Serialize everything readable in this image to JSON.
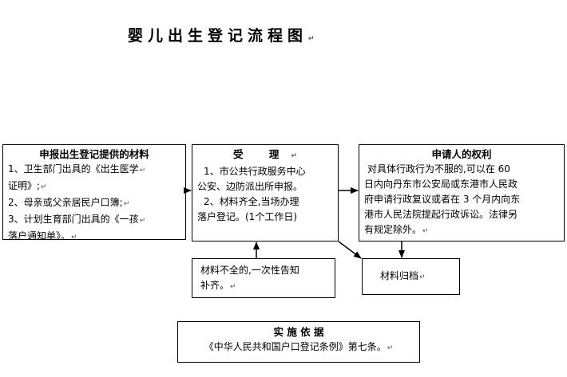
{
  "title": "婴儿出生登记流程图",
  "para_mark": "↵",
  "boxes": {
    "materials": {
      "title": "申报出生登记提供的材料",
      "lines": [
        "1、卫生部门出具的《出生医学",
        "证明》;",
        "2、母亲或父亲居民户口簿;",
        "3、计划生育部门出具的《一孩",
        "落户通知单》。"
      ]
    },
    "accept": {
      "title": "受 理",
      "lines": [
        "1、市公共行政服务中心",
        "公安、边防派出所申报。",
        "2、材料齐全,当场办理",
        "落户登记。(1个工作日)"
      ]
    },
    "rights": {
      "title": "申请人的权利",
      "lines": [
        "对具体行政行为不服的,可以在 60",
        "日内向丹东市公安局或东港市人民政",
        "府申请行政复议或者在 3 个月内向东",
        "港市人民法院提起行政诉讼。法律另",
        "有规定除外。"
      ]
    },
    "incomplete": {
      "lines": [
        "材料不全的,一次性告知",
        "补齐。"
      ]
    },
    "archive": {
      "text": "材料归档"
    },
    "basis": {
      "title": "实 施 依 据",
      "text": "《中华人民共和国户口登记条例》第七条。"
    }
  }
}
